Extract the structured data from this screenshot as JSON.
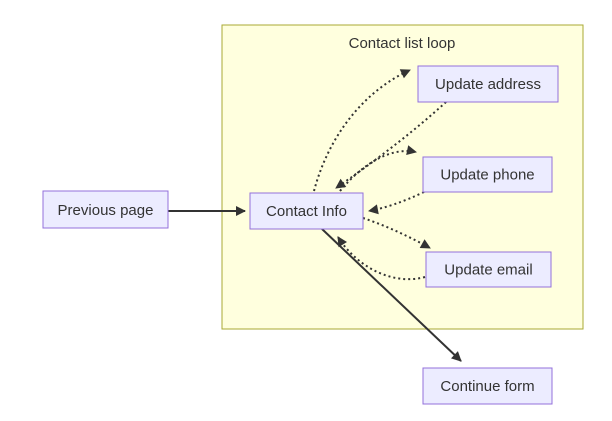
{
  "diagram": {
    "type": "flowchart",
    "cluster": {
      "title": "Contact list loop"
    },
    "nodes": {
      "previous_page": {
        "label": "Previous page"
      },
      "contact_info": {
        "label": "Contact Info"
      },
      "update_address": {
        "label": "Update address"
      },
      "update_phone": {
        "label": "Update phone"
      },
      "update_email": {
        "label": "Update email"
      },
      "continue_form": {
        "label": "Continue form"
      }
    },
    "edges": [
      {
        "from": "Previous page",
        "to": "Contact Info",
        "style": "solid"
      },
      {
        "from": "Contact Info",
        "to": "Update address",
        "style": "dotted"
      },
      {
        "from": "Update address",
        "to": "Contact Info",
        "style": "dotted"
      },
      {
        "from": "Contact Info",
        "to": "Update phone",
        "style": "dotted"
      },
      {
        "from": "Update phone",
        "to": "Contact Info",
        "style": "dotted"
      },
      {
        "from": "Contact Info",
        "to": "Update email",
        "style": "dotted"
      },
      {
        "from": "Update email",
        "to": "Contact Info",
        "style": "dotted"
      },
      {
        "from": "Contact Info",
        "to": "Continue form",
        "style": "solid"
      }
    ],
    "colors": {
      "background": "#ffffff",
      "cluster_fill": "#ffffde",
      "cluster_border": "#aaaa33",
      "node_fill": "#ececff",
      "node_border": "#9370db",
      "text": "#333333",
      "arrow": "#333333"
    }
  }
}
